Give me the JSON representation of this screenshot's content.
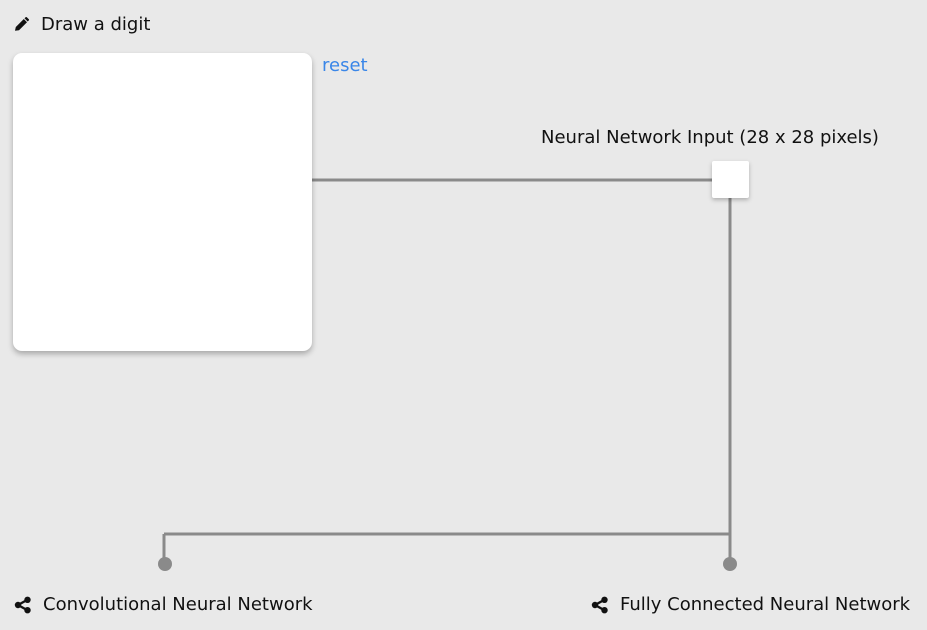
{
  "draw": {
    "title": "Draw a digit",
    "icon": "pencil-icon"
  },
  "canvas": {
    "reset_label": "reset"
  },
  "input": {
    "caption": "Neural Network Input (28 x 28 pixels)"
  },
  "outputs": {
    "cnn": {
      "label": "Convolutional Neural Network",
      "icon": "share-icon"
    },
    "fc": {
      "label": "Fully Connected Neural Network",
      "icon": "share-icon"
    }
  },
  "colors": {
    "background": "#e9e9e9",
    "connector": "#8a8a8a",
    "link": "#3a86e8",
    "panel": "#ffffff"
  }
}
